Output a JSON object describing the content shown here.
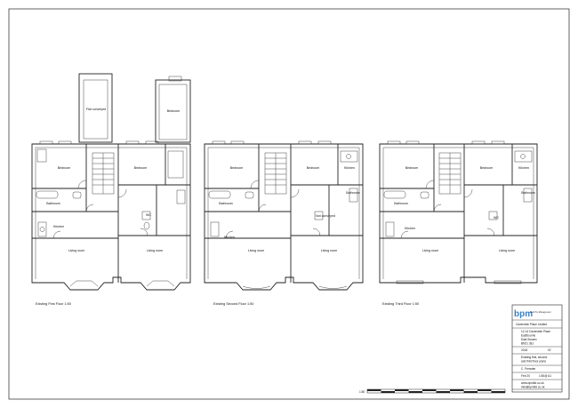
{
  "plans": [
    {
      "caption": "Existing First Floor 1:50",
      "rooms": {
        "flat_conveyed": "Flat conveyed",
        "bedroom_top": "Bedroom",
        "bedroom_left": "Bedroom",
        "bedroom_right": "Bedroom",
        "bathroom": "Bathroom",
        "kitchen": "Kitchen",
        "wc": "WC",
        "living_left": "Living room",
        "living_right": "Living room"
      }
    },
    {
      "caption": "Existing Second Floor 1:50",
      "rooms": {
        "bedroom_left": "Bedroom",
        "bedroom_right": "Bedroom",
        "kitchen_right": "Kitchen",
        "bathroom_right": "Bathroom",
        "bathroom_left": "Bathroom",
        "kitchen_left": "Kitchen",
        "not_conveyed": "Not conveyed",
        "living_left": "Living room",
        "living_right": "Living room"
      }
    },
    {
      "caption": "Existing Third Floor 1:50",
      "rooms": {
        "bedroom_left": "Bedroom",
        "bedroom_right": "Bedroom",
        "kitchen_right": "Kitchen",
        "bathroom_right": "Bathroom",
        "bathroom_left": "Bathroom",
        "kitchen_left": "Kitchen",
        "wc": "WC",
        "living_left": "Living room",
        "living_right": "Living room"
      }
    }
  ],
  "title_block": {
    "logo": "bpm",
    "logo_tagline": "Built Pro Management",
    "client": "Cavendish Place Limited",
    "address_lines": [
      "12-14 Cavendish Place",
      "Eastbourne",
      "East Sussex",
      "BN21 3EJ"
    ],
    "job_no": "2018",
    "rev": "02",
    "drawing_title_lines": [
      "Existing first, second",
      "and third floor plans"
    ],
    "drawn_by": "C. Ferrante",
    "date": "Feb 20",
    "scale": "1:50@ A1",
    "web": "www.bpmltd.co.uk",
    "email": "info@bpmltd.co.uk"
  },
  "scale_bar": {
    "label": "1:50"
  }
}
